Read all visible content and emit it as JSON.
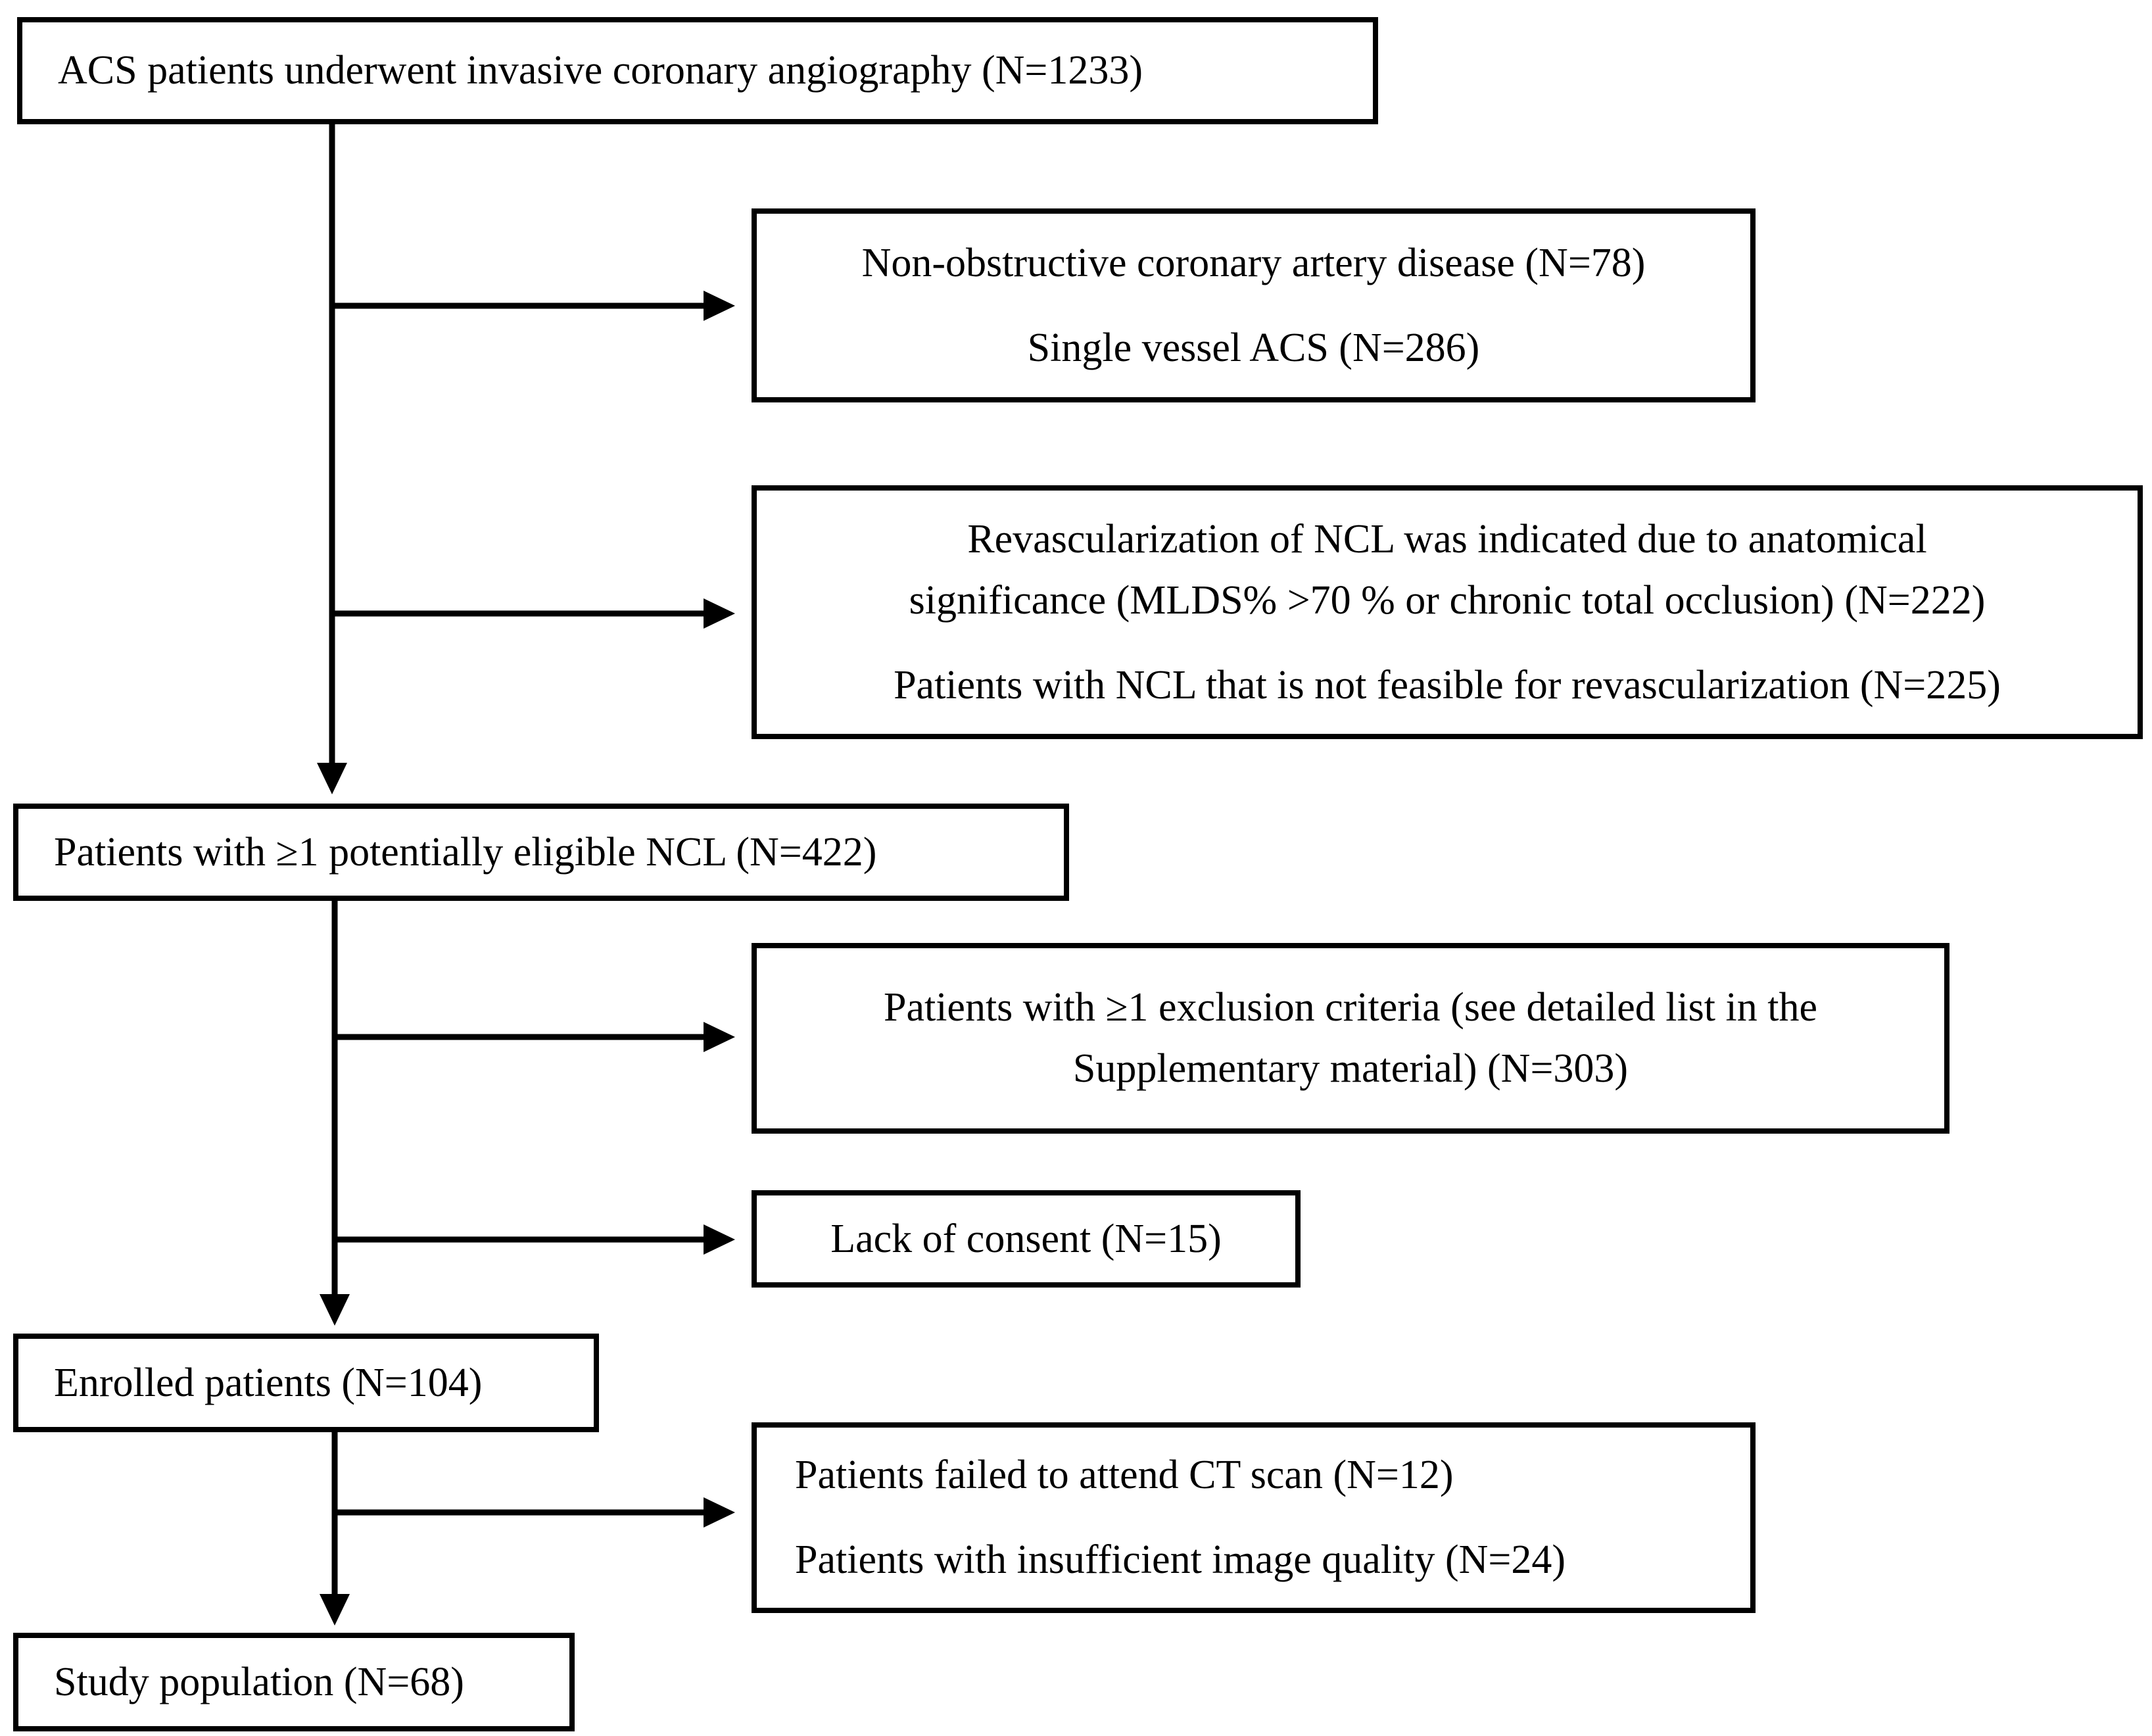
{
  "diagram": {
    "boxes": {
      "start": {
        "lines": [
          "ACS patients underwent invasive coronary angiography (N=1233)"
        ]
      },
      "excl1": {
        "lines": [
          "Non-obstructive coronary artery disease (N=78)",
          "Single vessel ACS (N=286)"
        ]
      },
      "excl2": {
        "para1": [
          "Revascularization of NCL was indicated due to anatomical",
          "significance (MLDS% >70 % or chronic total occlusion) (N=222)"
        ],
        "para2": [
          "Patients with NCL that is not feasible for revascularization (N=225)"
        ]
      },
      "eligible": {
        "lines": [
          "Patients with ≥1 potentially eligible NCL (N=422)"
        ]
      },
      "excl3": {
        "lines": [
          "Patients with ≥1 exclusion criteria (see detailed list in the",
          "Supplementary material) (N=303)"
        ]
      },
      "excl4": {
        "lines": [
          "Lack of consent (N=15)"
        ]
      },
      "enrolled": {
        "lines": [
          "Enrolled patients (N=104)"
        ]
      },
      "excl5": {
        "lines": [
          "Patients failed to attend CT scan (N=12)",
          "Patients with insufficient image quality (N=24)"
        ]
      },
      "final": {
        "lines": [
          "Study population (N=68)"
        ]
      }
    },
    "stroke_color": "#000000"
  }
}
